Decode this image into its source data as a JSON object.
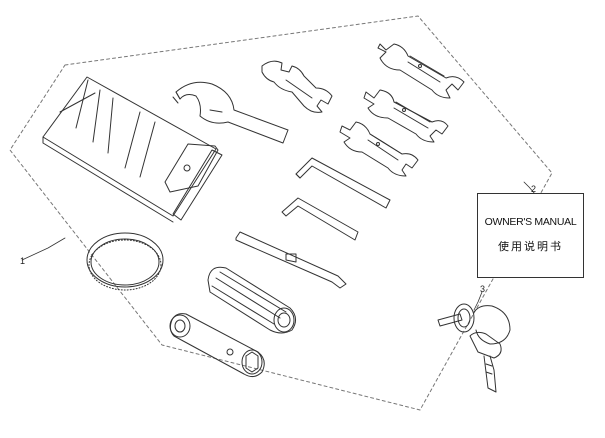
{
  "callouts": {
    "part1": "1",
    "part2": "2",
    "part3": "3"
  },
  "manual": {
    "title": "OWNER'S MANUAL",
    "subtitle": "使用说明书"
  },
  "colors": {
    "line": "#333333",
    "dash": "#777777",
    "background": "#ffffff"
  }
}
